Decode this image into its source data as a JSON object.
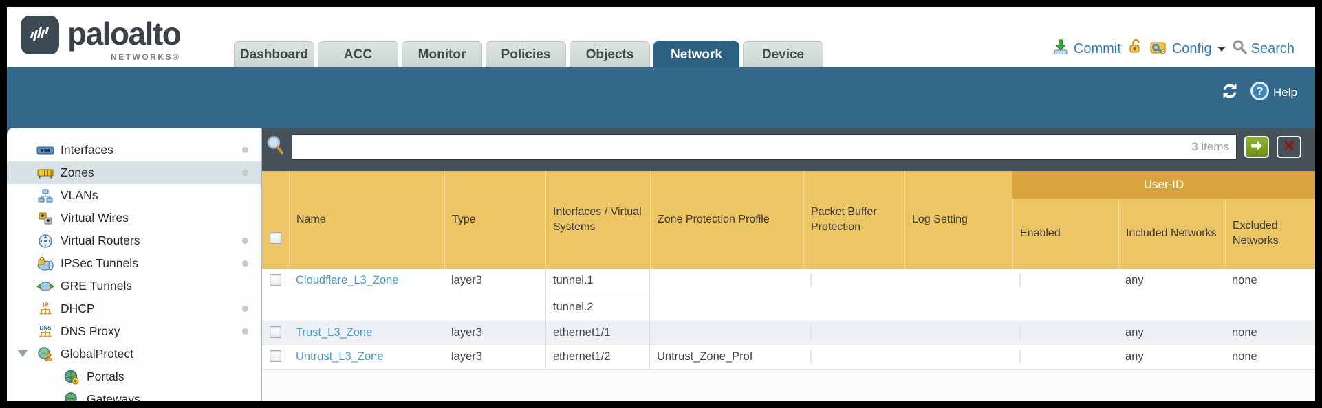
{
  "brand": {
    "name": "paloalto",
    "sub": "NETWORKS®"
  },
  "nav": {
    "tabs": [
      {
        "label": "Dashboard",
        "active": false
      },
      {
        "label": "ACC",
        "active": false
      },
      {
        "label": "Monitor",
        "active": false
      },
      {
        "label": "Policies",
        "active": false
      },
      {
        "label": "Objects",
        "active": false
      },
      {
        "label": "Network",
        "active": true
      },
      {
        "label": "Device",
        "active": false
      }
    ],
    "actions": {
      "commit_label": "Commit",
      "config_label": "Config",
      "search_label": "Search"
    }
  },
  "utility_bar": {
    "help_label": "Help"
  },
  "icons": [
    "logo-waveform-icon",
    "commit-icon",
    "lock-icon",
    "config-icon",
    "search-icon",
    "refresh-icon",
    "help-icon",
    "magnifier-icon",
    "apply-filter-arrow-icon",
    "clear-filter-x-icon",
    "interfaces-icon",
    "zones-icon",
    "vlans-icon",
    "virtual-wires-icon",
    "virtual-routers-icon",
    "ipsec-tunnels-icon",
    "gre-tunnels-icon",
    "dhcp-icon",
    "dns-proxy-icon",
    "globalprotect-icon",
    "portals-icon",
    "gateways-icon",
    "expander-triangle-icon"
  ],
  "sidebar": {
    "items": [
      {
        "label": "Interfaces",
        "icon": "interfaces-icon",
        "dot": true
      },
      {
        "label": "Zones",
        "icon": "zones-icon",
        "dot": true,
        "selected": true
      },
      {
        "label": "VLANs",
        "icon": "vlans-icon"
      },
      {
        "label": "Virtual Wires",
        "icon": "virtual-wires-icon"
      },
      {
        "label": "Virtual Routers",
        "icon": "virtual-routers-icon",
        "dot": true
      },
      {
        "label": "IPSec Tunnels",
        "icon": "ipsec-tunnels-icon",
        "dot": true
      },
      {
        "label": "GRE Tunnels",
        "icon": "gre-tunnels-icon"
      },
      {
        "label": "DHCP",
        "icon": "dhcp-icon",
        "dot": true
      },
      {
        "label": "DNS Proxy",
        "icon": "dns-proxy-icon",
        "dot": true
      },
      {
        "label": "GlobalProtect",
        "icon": "globalprotect-icon",
        "expanded": true
      },
      {
        "label": "Portals",
        "icon": "portals-icon",
        "indent": 1
      },
      {
        "label": "Gateways",
        "icon": "gateways-icon",
        "indent": 1
      }
    ]
  },
  "filter": {
    "value": "",
    "count": "3 items"
  },
  "table": {
    "group_header": "User-ID",
    "columns": [
      "Name",
      "Type",
      "Interfaces / Virtual Systems",
      "Zone Protection Profile",
      "Packet Buffer Protection",
      "Log Setting",
      "Enabled",
      "Included Networks",
      "Excluded Networks"
    ],
    "rows": [
      {
        "name": "Cloudflare_L3_Zone",
        "type": "layer3",
        "interfaces": [
          "tunnel.1",
          "tunnel.2"
        ],
        "zone_protection_profile": "",
        "log_setting": "",
        "included_networks": "any",
        "excluded_networks": "none"
      },
      {
        "name": "Trust_L3_Zone",
        "type": "layer3",
        "interfaces": [
          "ethernet1/1"
        ],
        "zone_protection_profile": "",
        "log_setting": "",
        "included_networks": "any",
        "excluded_networks": "none"
      },
      {
        "name": "Untrust_L3_Zone",
        "type": "layer3",
        "interfaces": [
          "ethernet1/2"
        ],
        "zone_protection_profile": "Untrust_Zone_Prof",
        "log_setting": "",
        "included_networks": "any",
        "excluded_networks": "none"
      }
    ]
  },
  "colors": {
    "teal_bar": "#33688a",
    "active_tab": "#2e6282",
    "header_amber": "#ecc564",
    "user_id_band": "#d9a33e",
    "link": "#4a9ac8",
    "content_bg": "#47515a",
    "selected_sidebar": "#d7e1e6"
  }
}
